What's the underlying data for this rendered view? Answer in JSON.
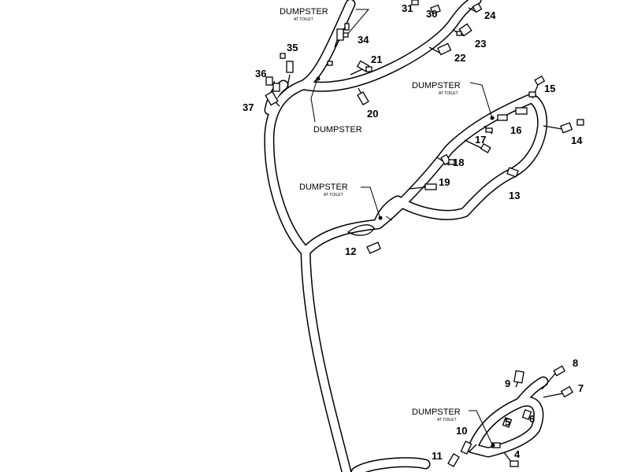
{
  "sites": [
    {
      "num": "4"
    },
    {
      "num": "5"
    },
    {
      "num": "6"
    },
    {
      "num": "7"
    },
    {
      "num": "8"
    },
    {
      "num": "9"
    },
    {
      "num": "10"
    },
    {
      "num": "11"
    },
    {
      "num": "12"
    },
    {
      "num": "13"
    },
    {
      "num": "14"
    },
    {
      "num": "15"
    },
    {
      "num": "16"
    },
    {
      "num": "17"
    },
    {
      "num": "18"
    },
    {
      "num": "19"
    },
    {
      "num": "20"
    },
    {
      "num": "21"
    },
    {
      "num": "22"
    },
    {
      "num": "23"
    },
    {
      "num": "24"
    },
    {
      "num": "30"
    },
    {
      "num": "31"
    },
    {
      "num": "34"
    },
    {
      "num": "35"
    },
    {
      "num": "36"
    },
    {
      "num": "37"
    }
  ],
  "dumpsters": [
    {
      "label": "DUMPSTER",
      "sub": "AT TOILET"
    },
    {
      "label": "DUMPSTER",
      "sub": ""
    },
    {
      "label": "DUMPSTER",
      "sub": "AT TOILET"
    },
    {
      "label": "DUMPSTER",
      "sub": "AT TOILET"
    },
    {
      "label": "DUMPSTER",
      "sub": "AT TOILET"
    }
  ]
}
